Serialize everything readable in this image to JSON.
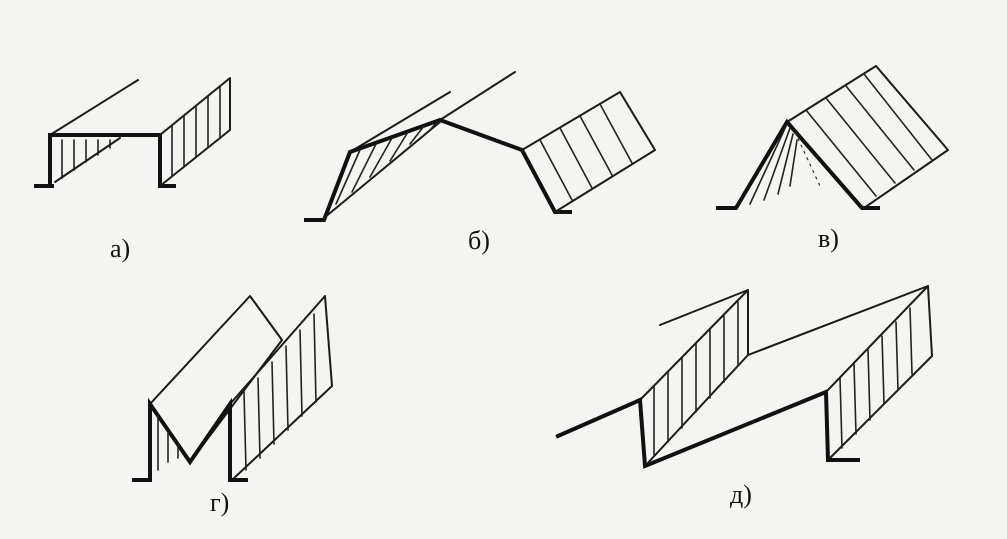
{
  "figures": [
    {
      "id": "a",
      "caption": "а)"
    },
    {
      "id": "b",
      "caption": "б)"
    },
    {
      "id": "v",
      "caption": "в)"
    },
    {
      "id": "g",
      "caption": "г)"
    },
    {
      "id": "d",
      "caption": "д)"
    }
  ],
  "colors": {
    "ink": "#111111",
    "paper": "#f4f4f2"
  }
}
